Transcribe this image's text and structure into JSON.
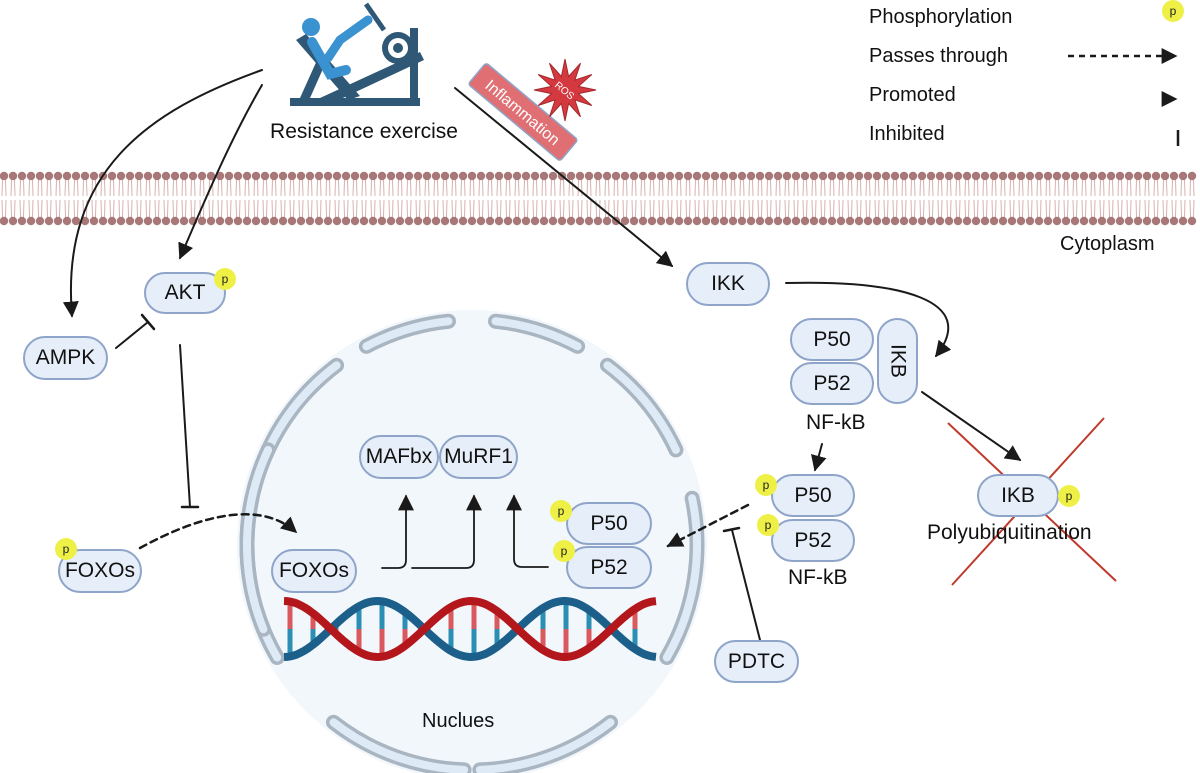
{
  "legend": {
    "items": [
      {
        "label": "Phosphorylation",
        "symbol": "p-badge-icon"
      },
      {
        "label": "Passes through",
        "symbol": "dashed-arrow-icon"
      },
      {
        "label": "Promoted",
        "symbol": "solid-arrow-icon"
      },
      {
        "label": "Inhibited",
        "symbol": "inhibit-bar-icon"
      }
    ],
    "p_symbol": "p"
  },
  "top": {
    "exercise_label": "Resistance exercise",
    "exercise_icon": "leg-press-icon",
    "inflammation_label": "Inflammation",
    "ros_label": "ROS"
  },
  "membrane": {
    "region_label": "Cytoplasm"
  },
  "nodes": {
    "akt": "AKT",
    "ampk": "AMPK",
    "foxos_out": "FOXOs",
    "foxos_in": "FOXOs",
    "mafbx": "MAFbx",
    "murf1": "MuRF1",
    "ikk": "IKK",
    "p50_a": "P50",
    "p52_a": "P52",
    "ikb_a": "IKB",
    "nfkb_a": "NF-kB",
    "p50_b": "P50",
    "p52_b": "P52",
    "nfkb_b": "NF-kB",
    "p50_c": "P50",
    "p52_c": "P52",
    "ikb_deg": "IKB",
    "polyub": "Polyubiquitination",
    "pdtc": "PDTC",
    "nucleus": "Nuclues"
  },
  "colors": {
    "node_fill": "#e6eff9",
    "node_border": "#8ea4c8",
    "phospho": "#eef046",
    "membrane": "#a87878",
    "nuclear_envelope": "#a9b5c1",
    "nucleus_fill": "#f2f7fc",
    "dna_blue": "#1c5f8a",
    "dna_red": "#b3171b",
    "inflammation": "#e06f73",
    "ros": "#d4393f",
    "cross": "#c0392b",
    "exercise_dark": "#2f5876",
    "exercise_light": "#3a92d0"
  }
}
